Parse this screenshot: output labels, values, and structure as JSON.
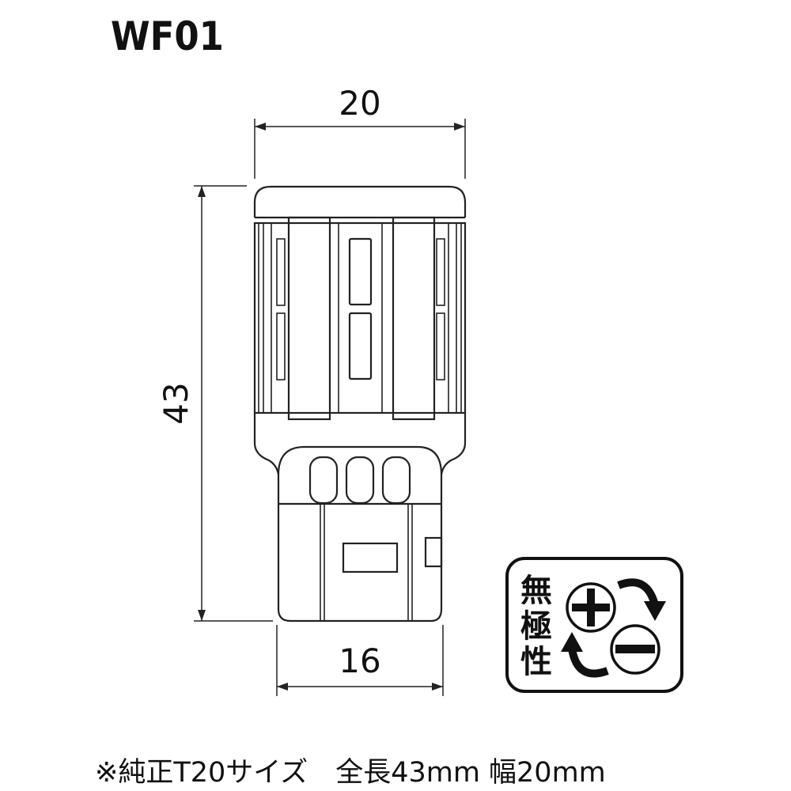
{
  "title": "WF01",
  "dimensions": {
    "width_top": "20",
    "height": "43",
    "width_base": "16"
  },
  "badge": {
    "label_chars": [
      "無",
      "極",
      "性"
    ],
    "plus": "+",
    "minus": "−"
  },
  "caption": "※純正T20サイズ　全長43mm 幅20mm"
}
